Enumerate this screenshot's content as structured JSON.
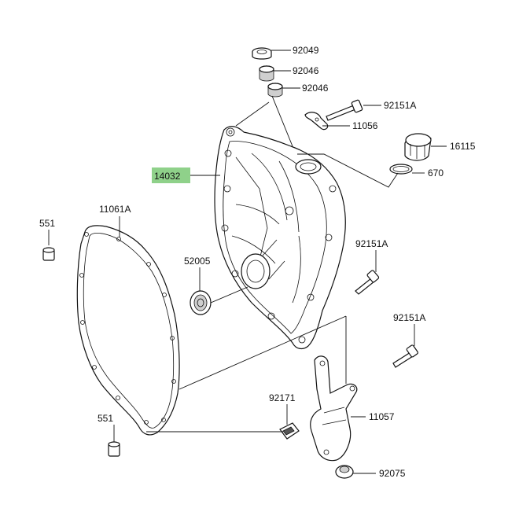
{
  "diagram": {
    "labels": {
      "p92049": "92049",
      "p92046a": "92046",
      "p92046b": "92046",
      "p92151A_top": "92151A",
      "p11056": "11056",
      "p16115": "16115",
      "p670": "670",
      "p14032": "14032",
      "p551_top": "551",
      "p11061A": "11061A",
      "p52005": "52005",
      "p92151A_mid": "92151A",
      "p92151A_low": "92151A",
      "p92171": "92171",
      "p11057": "11057",
      "p551_bot": "551",
      "p92075": "92075"
    },
    "highlight_color": "#8fd18a"
  }
}
